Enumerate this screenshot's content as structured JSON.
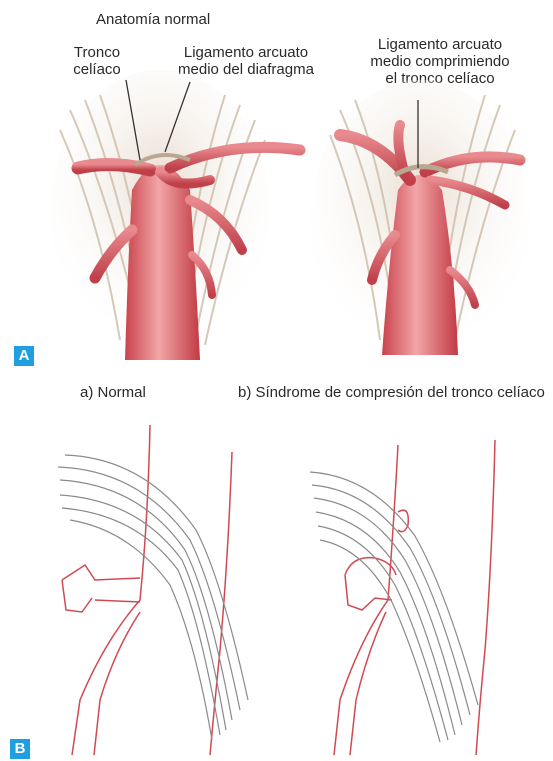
{
  "panel_a": {
    "badge": "A",
    "title": "Anatomía normal",
    "label_tronco_1": "Tronco",
    "label_tronco_2": "celíaco",
    "label_lig_1": "Ligamento arcuato",
    "label_lig_2": "medio del diafragma",
    "label_comp_1": "Ligamento arcuato",
    "label_comp_2": "medio comprimiendo",
    "label_comp_3": "el tronco celíaco"
  },
  "panel_b": {
    "badge": "B",
    "caption_normal": "a) Normal",
    "caption_syndrome": "b) Síndrome de compresión del tronco celíaco"
  },
  "colors": {
    "artery": "#d9545e",
    "artery_light": "#f0a3a6",
    "artery_dark": "#b8333d",
    "ligament": "#c9b9a8",
    "badge": "#1f9fe0",
    "line_red": "#d04a52",
    "line_grey": "#8a8a8a"
  }
}
